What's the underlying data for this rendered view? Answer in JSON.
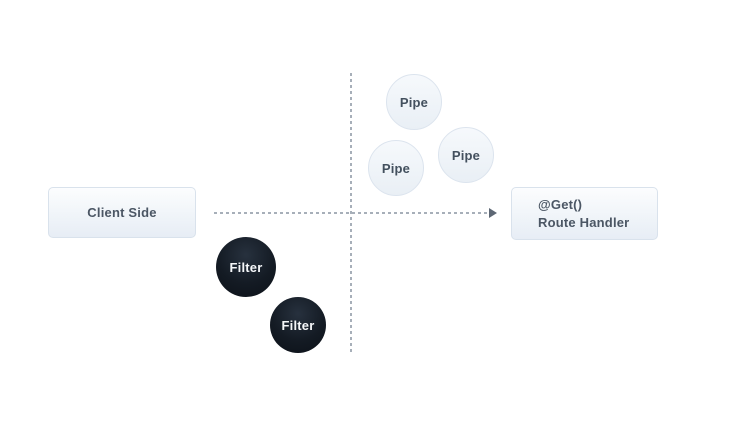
{
  "diagram": {
    "title": "request-pipeline-diagram",
    "client_box": {
      "label": "Client Side"
    },
    "handler_box": {
      "line1": "@Get()",
      "line2": "Route Handler"
    },
    "pipes": [
      {
        "label": "Pipe"
      },
      {
        "label": "Pipe"
      },
      {
        "label": "Pipe"
      }
    ],
    "filters": [
      {
        "label": "Filter"
      },
      {
        "label": "Filter"
      }
    ],
    "colors": {
      "pipe_fill": "#eef3f8",
      "pipe_border": "#dce4ee",
      "pipe_text": "#43505e",
      "filter_fill": "#10161f",
      "filter_text": "#f5f7f9",
      "box_fill": "#eef3f8",
      "box_border": "#d9e2ec",
      "box_text": "#4b5664",
      "dashed_line": "#a7afb9",
      "arrowhead": "#5d6774",
      "background": "#ffffff"
    }
  }
}
